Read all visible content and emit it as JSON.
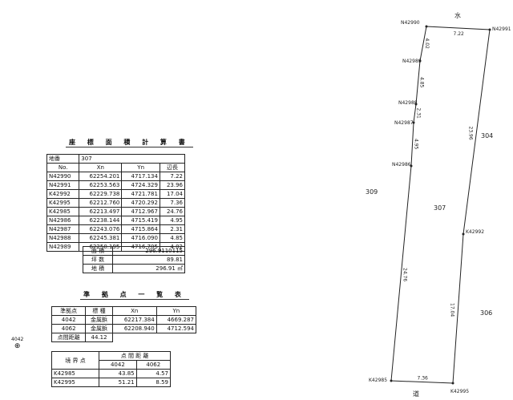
{
  "calc": {
    "title": "座 標 面 積 計 算 書",
    "lot_label": "地番",
    "lot": "307",
    "headers": [
      "No.",
      "Xn",
      "Yn",
      "辺長"
    ],
    "rows": [
      [
        "N42990",
        "62254.201",
        "4717.134",
        "7.22"
      ],
      [
        "N42991",
        "62253.563",
        "4724.329",
        "23.96"
      ],
      [
        "K42992",
        "62229.738",
        "4721.781",
        "17.04"
      ],
      [
        "K42995",
        "62212.760",
        "4720.292",
        "7.36"
      ],
      [
        "K42985",
        "62213.497",
        "4712.967",
        "24.76"
      ],
      [
        "N42986",
        "62238.144",
        "4715.419",
        "4.95"
      ],
      [
        "N42987",
        "62243.076",
        "4715.864",
        "2.31"
      ],
      [
        "N42988",
        "62245.381",
        "4716.090",
        "4.85"
      ],
      [
        "N42989",
        "62250.195",
        "4716.705",
        "4.02"
      ]
    ],
    "area": [
      [
        "面 積",
        "296.9110115"
      ],
      [
        "坪 数",
        "89.81"
      ],
      [
        "地 積",
        "296.91 ㎡"
      ]
    ]
  },
  "ref": {
    "title": "準 拠 点 一 覧 表",
    "headers": [
      "準拠点",
      "標 種",
      "Xn",
      "Yn"
    ],
    "rows": [
      [
        "4042",
        "金属鋲",
        "62217.384",
        "4669.287"
      ],
      [
        "4062",
        "金属鋲",
        "62208.940",
        "4712.594"
      ]
    ],
    "dist_label": "点間距離",
    "dist": "44.12"
  },
  "boundary": {
    "head1": "境 界 点",
    "head2": "点 間 距 離",
    "cols": [
      "4042",
      "4062"
    ],
    "rows": [
      [
        "K42985",
        "43.85",
        "4.57"
      ],
      [
        "K42995",
        "51.21",
        "8.59"
      ]
    ]
  },
  "marker": "4042",
  "plan": {
    "north_road": "水",
    "south_road": "道",
    "lots": [
      "309",
      "307",
      "304",
      "306"
    ],
    "points": [
      "N42990",
      "N42991",
      "K42992",
      "K42995",
      "K42985",
      "N42986",
      "N42987",
      "N42988",
      "N42989"
    ],
    "edges": [
      "7.22",
      "23.96",
      "17.04",
      "7.36",
      "24.76",
      "4.95",
      "2.31",
      "4.85",
      "4.02"
    ]
  }
}
